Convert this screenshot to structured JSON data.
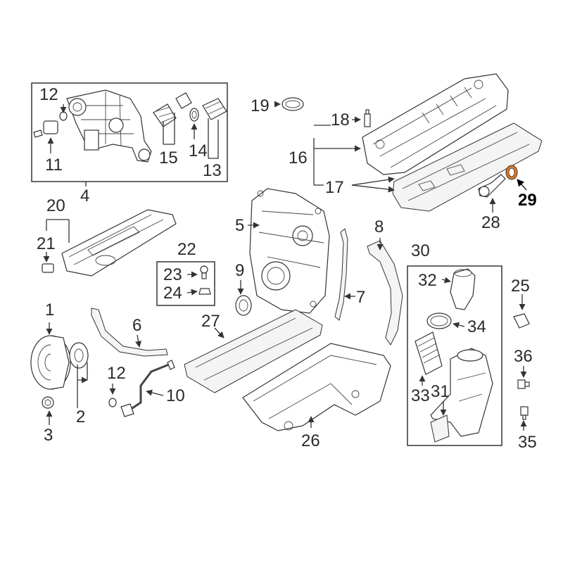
{
  "highlight_color": "#e07820",
  "callouts": {
    "c1": "1",
    "c2": "2",
    "c3": "3",
    "c4": "4",
    "c5": "5",
    "c6": "6",
    "c7": "7",
    "c8": "8",
    "c9": "9",
    "c10": "10",
    "c11": "11",
    "c12a": "12",
    "c12b": "12",
    "c13": "13",
    "c14": "14",
    "c15": "15",
    "c16": "16",
    "c17": "17",
    "c18": "18",
    "c19": "19",
    "c20": "20",
    "c21": "21",
    "c22": "22",
    "c23": "23",
    "c24": "24",
    "c25": "25",
    "c26": "26",
    "c27": "27",
    "c28": "28",
    "c29": "29",
    "c30": "30",
    "c31": "31",
    "c32": "32",
    "c33": "33",
    "c34": "34",
    "c35": "35",
    "c36": "36"
  }
}
